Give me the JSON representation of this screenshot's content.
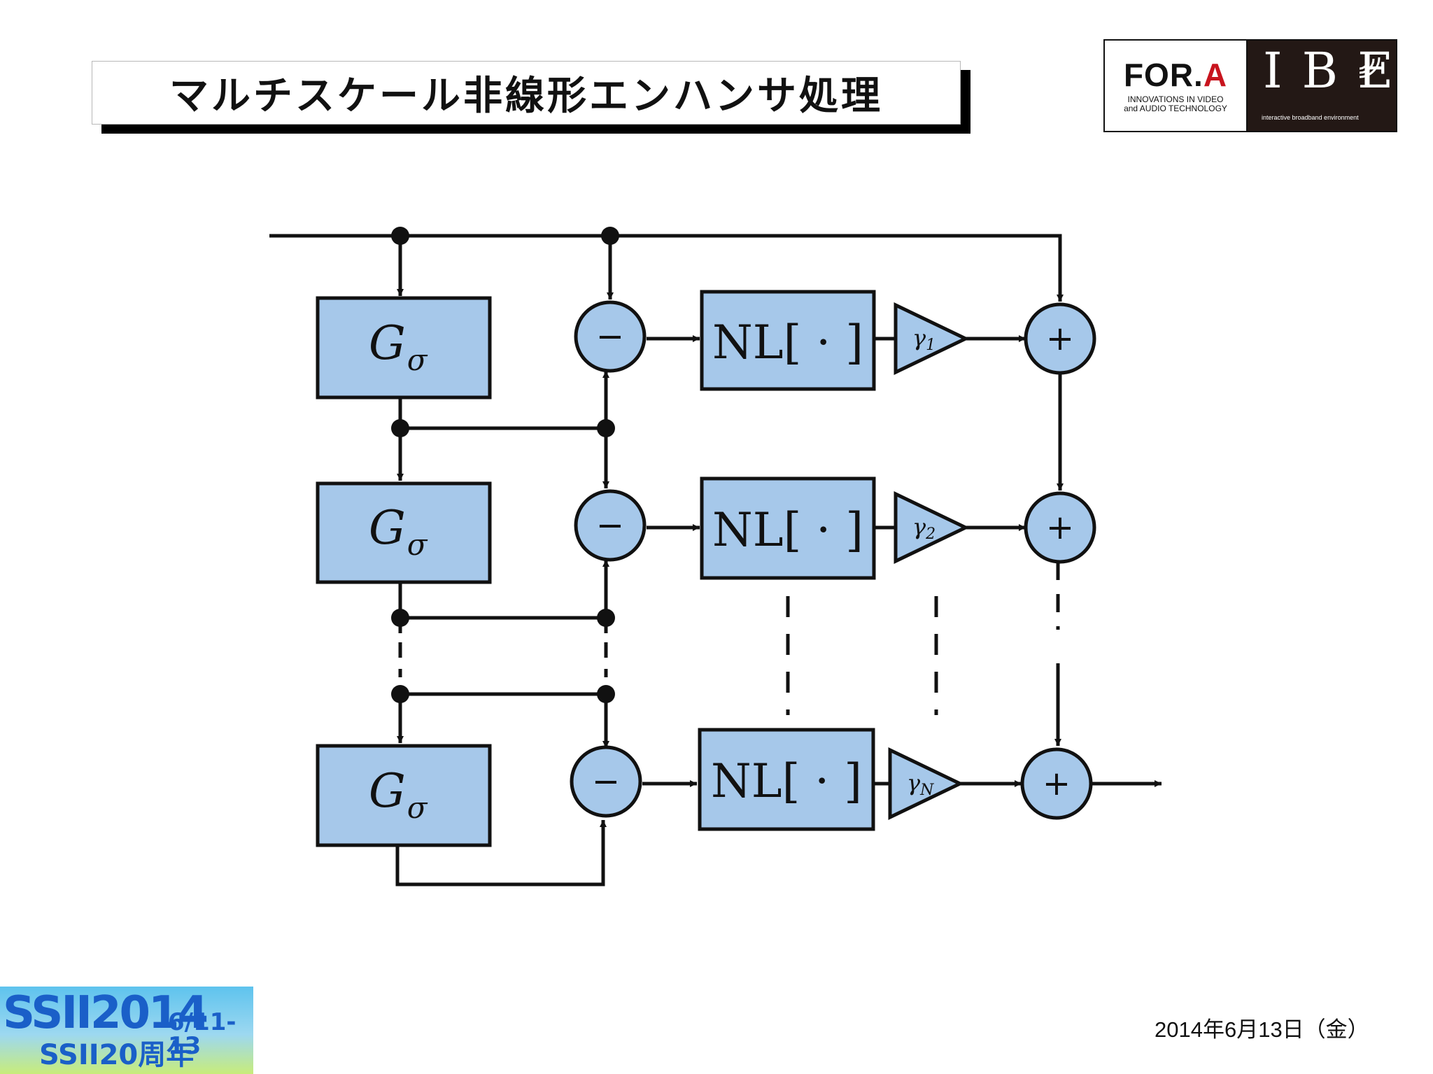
{
  "title": "マルチスケール非線形エンハンサ処理",
  "logo": {
    "brand_main": "FOR.",
    "brand_accent": "A",
    "tagline": "INNOVATIONS IN VIDEO\nand AUDIO TECHNOLOGY",
    "ibe": "IBE",
    "ibe_sub": "interactive broadband environment"
  },
  "diagram": {
    "gauss_base": "G",
    "gauss_sub": "σ",
    "subtract_symbol": "−",
    "add_symbol": "+",
    "nl_label": "NL[ · ]",
    "gain_base": "γ",
    "stages": [
      {
        "gain_sub": "1"
      },
      {
        "gain_sub": "2"
      },
      {
        "gain_sub": "N"
      }
    ],
    "block_fill": "#a6c8ea",
    "stroke": "#111111"
  },
  "badge": {
    "line1": "SSII2014",
    "dates": "6/11-13",
    "line2": "SSII20周年"
  },
  "date": "2014年6月13日（金）"
}
